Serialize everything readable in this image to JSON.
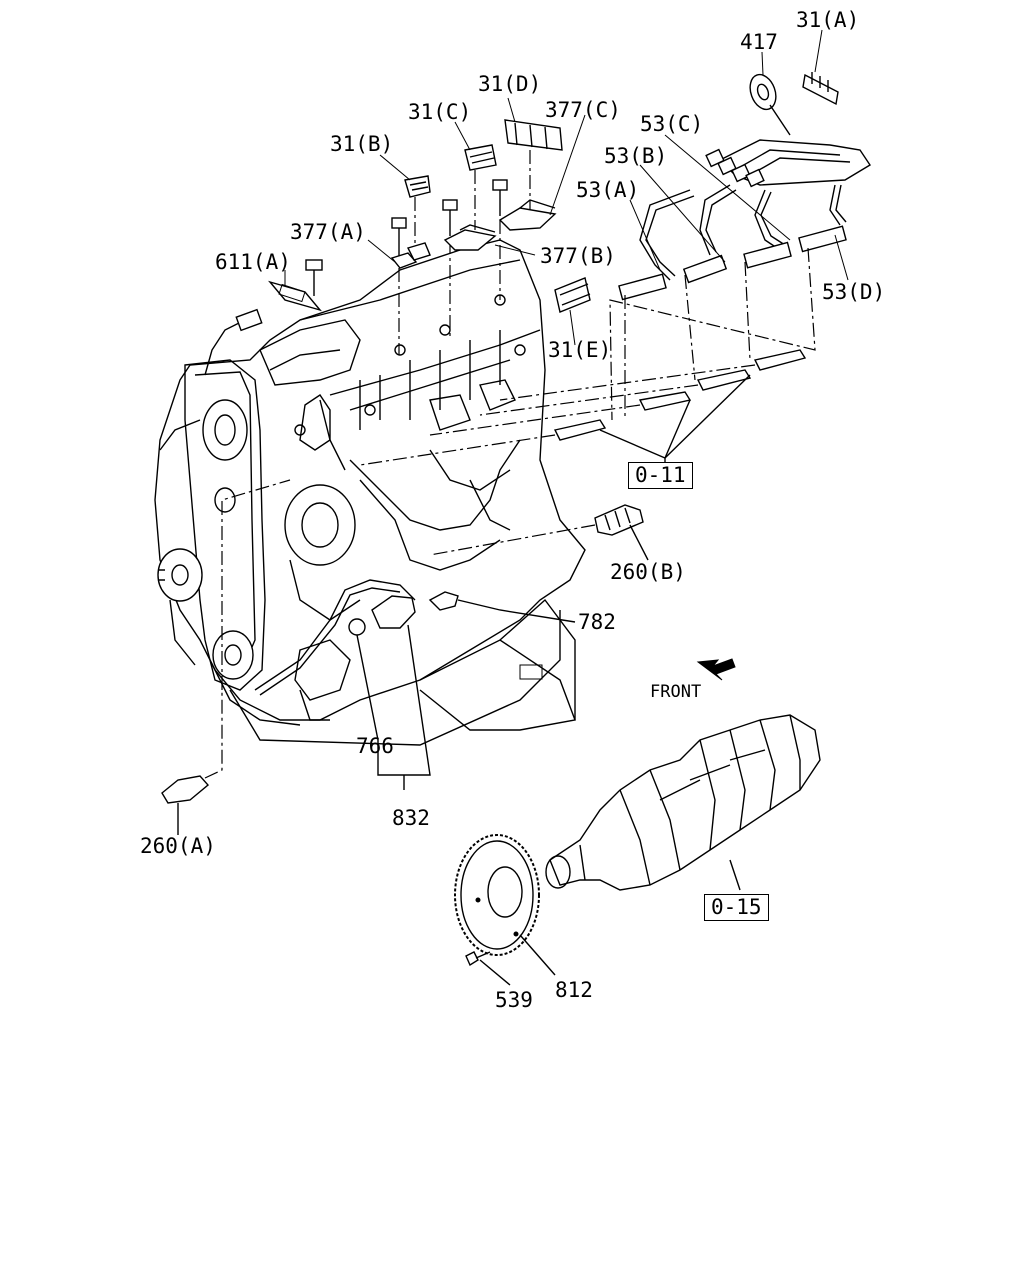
{
  "labels": {
    "l31a": "31(A)",
    "l417": "417",
    "l31d": "31(D)",
    "l377c": "377(C)",
    "l31c": "31(C)",
    "l53c": "53(C)",
    "l31b": "31(B)",
    "l53b": "53(B)",
    "l53a": "53(A)",
    "l377a": "377(A)",
    "l377b": "377(B)",
    "l611a": "611(A)",
    "l53d": "53(D)",
    "l31e": "31(E)",
    "l260b": "260(B)",
    "l782": "782",
    "l766": "766",
    "l832": "832",
    "l260a": "260(A)",
    "l812": "812",
    "l539": "539",
    "front": "FRONT"
  },
  "refs": {
    "r011": "0-11",
    "r015": "0-15"
  }
}
